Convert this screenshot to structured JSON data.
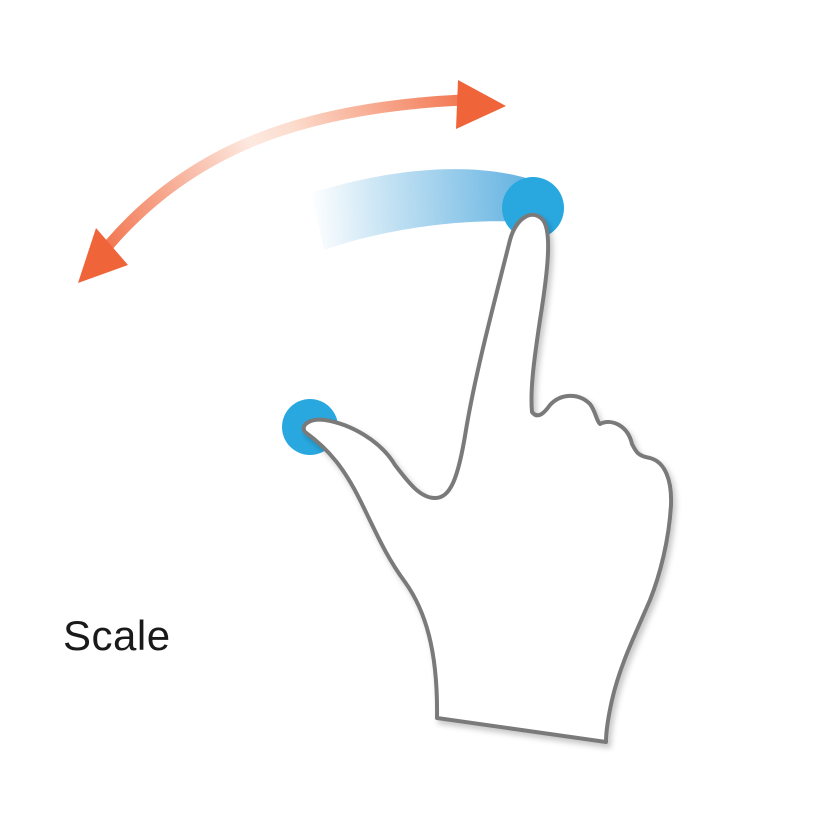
{
  "gesture": {
    "caption": "Scale"
  },
  "colors": {
    "arrow": "#f0643a",
    "touch_point": "#29a8e0",
    "trail": "#5aaedf",
    "hand_outline": "#7a7a7a",
    "hand_fill": "#ffffff",
    "caption_text": "#1a1a1a"
  },
  "icons": {
    "arrow": "double-headed-curved-arrow",
    "hand": "two-finger-hand-outline",
    "touch": "touch-point-circle"
  }
}
